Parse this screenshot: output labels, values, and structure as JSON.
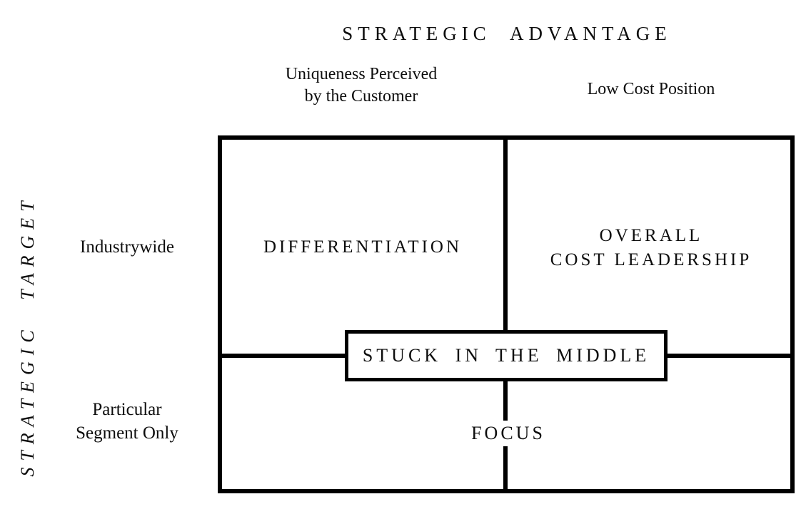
{
  "matrix": {
    "x_axis_title": "STRATEGIC ADVANTAGE",
    "y_axis_title": "STRATEGIC TARGET",
    "columns": [
      {
        "label": "Uniqueness Perceived\nby the Customer"
      },
      {
        "label": "Low Cost Position"
      }
    ],
    "rows": [
      {
        "label": "Industrywide"
      },
      {
        "label": "Particular\nSegment Only"
      }
    ],
    "quadrants": {
      "top_left": "DIFFERENTIATION",
      "top_right": "OVERALL\nCOST LEADERSHIP",
      "bottom": "FOCUS"
    },
    "center_box": "STUCK IN THE MIDDLE"
  },
  "colors": {
    "line": "#000000",
    "text": "#0d0d0d",
    "background": "#ffffff"
  }
}
